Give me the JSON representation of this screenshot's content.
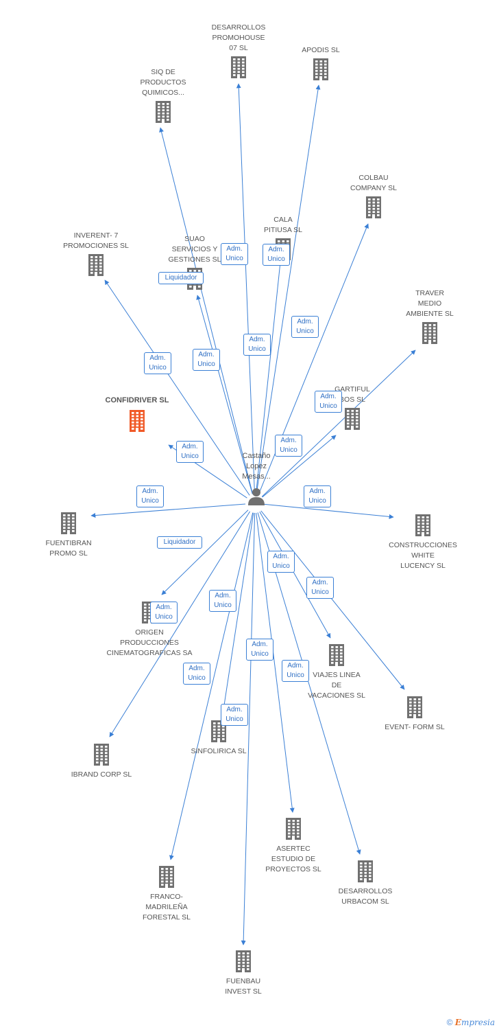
{
  "person": {
    "label": "Castaño\nLopez\nMesas...",
    "icon": "person-icon"
  },
  "focus": {
    "label": "CONFIDRIVER SL",
    "icon": "building-icon",
    "color": "#f05a28"
  },
  "colors": {
    "edge": "#3a7fd5",
    "building": "#707070",
    "focus": "#f05a28",
    "text": "#555555"
  },
  "companies": [
    {
      "id": "desarrollos-promohouse",
      "label": "DESARROLLOS\nPROMOHOUSE\n07 SL"
    },
    {
      "id": "apodis",
      "label": "APODIS SL"
    },
    {
      "id": "siq",
      "label": "SIQ DE\nPRODUCTOS\nQUIMICOS..."
    },
    {
      "id": "colbau",
      "label": "COLBAU\nCOMPANY SL"
    },
    {
      "id": "cala-pitiusa",
      "label": "CALA\nPITIUSA SL"
    },
    {
      "id": "inverent",
      "label": "INVERENT- 7\nPROMOCIONES SL"
    },
    {
      "id": "suao",
      "label": "SUAO\nSERVICIOS Y\nGESTIONES SL"
    },
    {
      "id": "traver",
      "label": "TRAVER\nMEDIO\nAMBIENTE SL"
    },
    {
      "id": "gartiful",
      "label": "GARTIFUL\nBOS  SL"
    },
    {
      "id": "fuentibran",
      "label": "FUENTIBRAN\nPROMO SL"
    },
    {
      "id": "construcciones-white",
      "label": "CONSTRUCCIONES\nWHITE\nLUCENCY SL"
    },
    {
      "id": "origen",
      "label": "ORIGEN\nPRODUCCIONES\nCINEMATOGRAFICAS SA"
    },
    {
      "id": "viajes-linea",
      "label": "VIAJES LINEA\nDE\nVACACIONES SL"
    },
    {
      "id": "event-form",
      "label": "EVENT- FORM SL"
    },
    {
      "id": "sinfolirica",
      "label": "SINFOLIRICA SL"
    },
    {
      "id": "ibrand",
      "label": "IBRAND CORP SL"
    },
    {
      "id": "asertec",
      "label": "ASERTEC\nESTUDIO DE\nPROYECTOS SL"
    },
    {
      "id": "desarrollos-urbacom",
      "label": "DESARROLLOS\nURBACOM SL"
    },
    {
      "id": "franco",
      "label": "FRANCO-\nMADRILEÑA\nFORESTAL SL"
    },
    {
      "id": "fuenbau",
      "label": "FUENBAU\nINVEST SL"
    }
  ],
  "relations": [
    {
      "to": "desarrollos-promohouse",
      "label": "Adm.\nUnico"
    },
    {
      "to": "apodis",
      "label": "Adm.\nUnico"
    },
    {
      "to": "siq",
      "label": "Adm.\nUnico"
    },
    {
      "to": "colbau",
      "label": "Adm.\nUnico"
    },
    {
      "to": "cala-pitiusa",
      "label": "Adm.\nUnico"
    },
    {
      "to": "inverent",
      "label": "Adm.\nUnico"
    },
    {
      "to": "suao",
      "label": "Liquidador"
    },
    {
      "to": "traver",
      "label": "Adm.\nUnico"
    },
    {
      "to": "gartiful",
      "label": "Adm.\nUnico"
    },
    {
      "to": "confidriver",
      "label": "Adm.\nUnico"
    },
    {
      "to": "fuentibran",
      "label": "Adm.\nUnico"
    },
    {
      "to": "construcciones-white",
      "label": "Adm.\nUnico"
    },
    {
      "to": "origen",
      "label": "Liquidador"
    },
    {
      "to": "viajes-linea",
      "label": "Adm.\nUnico"
    },
    {
      "to": "event-form",
      "label": "Adm.\nUnico"
    },
    {
      "to": "sinfolirica",
      "label": "Adm.\nUnico"
    },
    {
      "to": "ibrand",
      "label": "Adm.\nUnico"
    },
    {
      "to": "asertec",
      "label": "Adm.\nUnico"
    },
    {
      "to": "desarrollos-urbacom",
      "label": "Adm.\nUnico"
    },
    {
      "to": "franco",
      "label": "Adm.\nUnico"
    },
    {
      "to": "fuenbau",
      "label": "Adm.\nUnico"
    }
  ],
  "footer": {
    "copyright": "©",
    "brand_first": "E",
    "brand_rest": "mpresia"
  }
}
